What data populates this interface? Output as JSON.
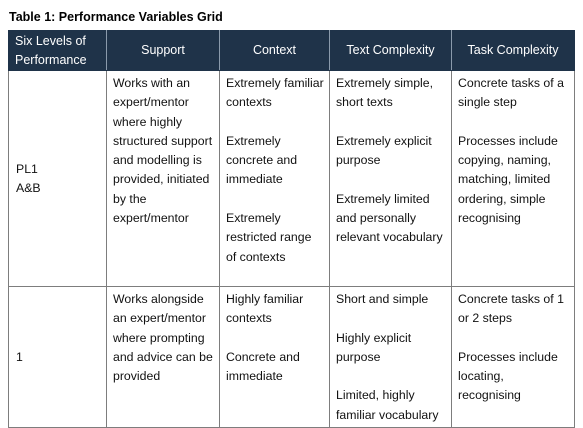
{
  "caption": "Table 1: Performance Variables Grid",
  "headers": {
    "levels_line1": "Six Levels of",
    "levels_line2": "Performance",
    "support": "Support",
    "context": "Context",
    "text_complexity": "Text Complexity",
    "task_complexity": "Task Complexity"
  },
  "rows": [
    {
      "level_line1": "PL1",
      "level_line2": "A&B",
      "support": "Works with an expert/mentor where highly structured support and modelling is provided, initiated by the expert/mentor",
      "context": [
        "Extremely familiar contexts",
        "Extremely concrete and immediate",
        "Extremely restricted range of contexts"
      ],
      "text_complexity": [
        "Extremely simple, short texts",
        "Extremely explicit purpose",
        "Extremely limited and personally relevant vocabulary"
      ],
      "task_complexity": [
        "Concrete tasks of a single step",
        "Processes include copying, naming, matching, limited ordering, simple recognising"
      ]
    },
    {
      "level_line1": "1",
      "support": "Works alongside an expert/mentor where prompting and advice can be provided",
      "context": [
        "Highly familiar contexts",
        "Concrete and immediate"
      ],
      "text_complexity": [
        "Short and simple",
        "Highly explicit purpose",
        "Limited, highly familiar vocabulary"
      ],
      "task_complexity": [
        "Concrete tasks of 1 or 2 steps",
        "Processes include locating, recognising"
      ]
    }
  ]
}
